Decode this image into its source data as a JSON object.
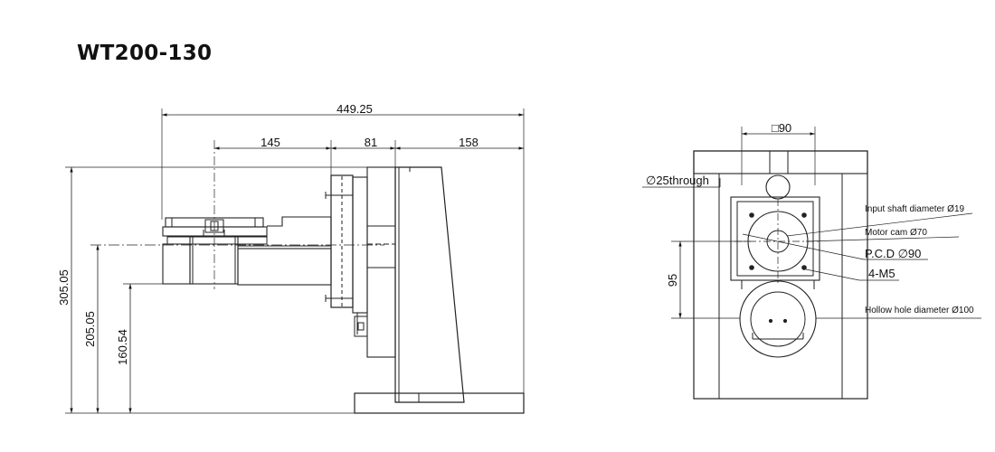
{
  "title": "WT200-130",
  "side_view": {
    "dim_overall_width": "449.25",
    "dim_left": "145",
    "dim_middle": "81",
    "dim_right": "158",
    "dim_height_total": "305.05",
    "dim_height_mid": "205.05",
    "dim_height_low": "160.54"
  },
  "front_view": {
    "dim_square": "□90",
    "dim_through": "∅25through",
    "dim_95": "95",
    "label_input_shaft": "Input shaft diameter Ø19",
    "label_motor_cam": "Motor cam Ø70",
    "label_pcd": "P.C.D ∅90",
    "label_4m5": "4-M5",
    "label_hollow": "Hollow hole diameter Ø100"
  }
}
